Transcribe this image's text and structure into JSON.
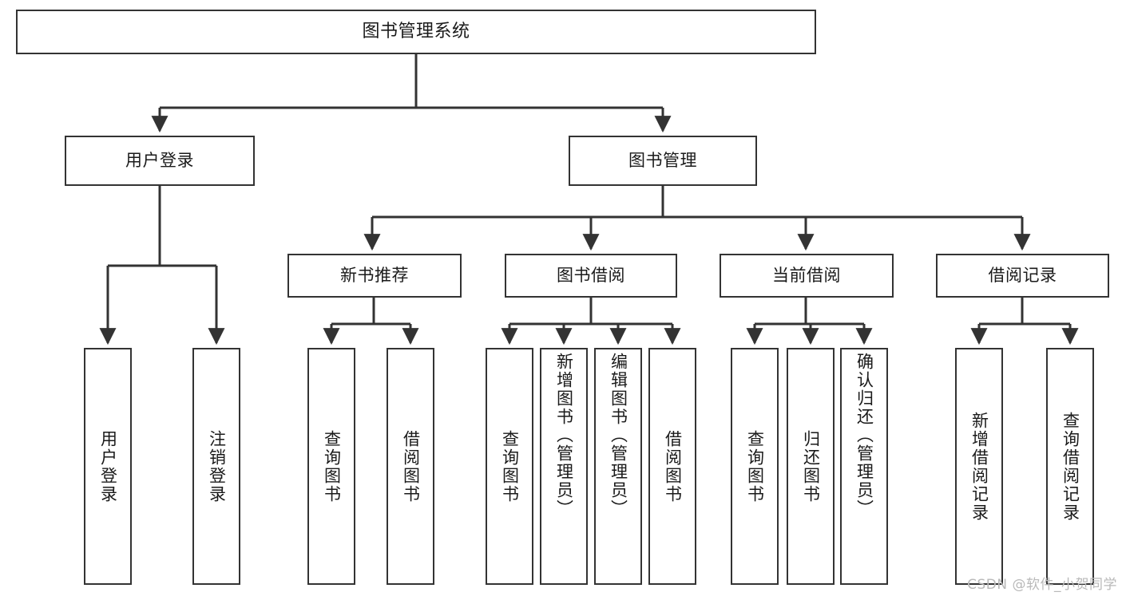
{
  "diagram": {
    "title": "图书管理系统",
    "type": "tree",
    "watermark": "CSDN @软件_小贺同学",
    "colors": {
      "box_border": "#333333",
      "box_fill": "#ffffff",
      "connector": "#333333",
      "text": "#1a1a1a",
      "watermark": "#b9b9b9"
    },
    "root": {
      "label": "图书管理系统"
    },
    "level1": [
      {
        "label": "用户登录"
      },
      {
        "label": "图书管理"
      }
    ],
    "level2": [
      {
        "label": "新书推荐"
      },
      {
        "label": "图书借阅"
      },
      {
        "label": "当前借阅"
      },
      {
        "label": "借阅记录"
      }
    ],
    "leaves": {
      "user_login": [
        {
          "label": "用户登录"
        },
        {
          "label": "注销登录"
        }
      ],
      "new_book_recommend": [
        {
          "label": "查询图书"
        },
        {
          "label": "借阅图书"
        }
      ],
      "book_borrow": [
        {
          "label": "查询图书"
        },
        {
          "label": "新增图书（管理员）"
        },
        {
          "label": "编辑图书（管理员）"
        },
        {
          "label": "借阅图书"
        }
      ],
      "current_borrow": [
        {
          "label": "查询图书"
        },
        {
          "label": "归还图书"
        },
        {
          "label": "确认归还（管理员）"
        }
      ],
      "borrow_record": [
        {
          "label": "新增借阅记录"
        },
        {
          "label": "查询借阅记录"
        }
      ]
    }
  }
}
